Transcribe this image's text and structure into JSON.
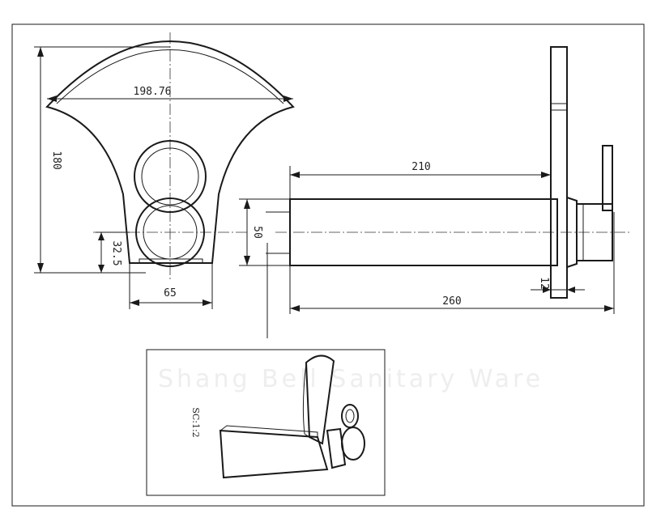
{
  "dimensions": {
    "top_width": "198.76",
    "height": "180",
    "offset": "32.5",
    "base_width": "65",
    "spout_length": "210",
    "pipe_diameter": "50",
    "total_length": "260",
    "plate_thickness": "12"
  },
  "inset": {
    "scale_label": "SC:1:2",
    "watermark": "Shang Bell Sanitary Ware"
  }
}
